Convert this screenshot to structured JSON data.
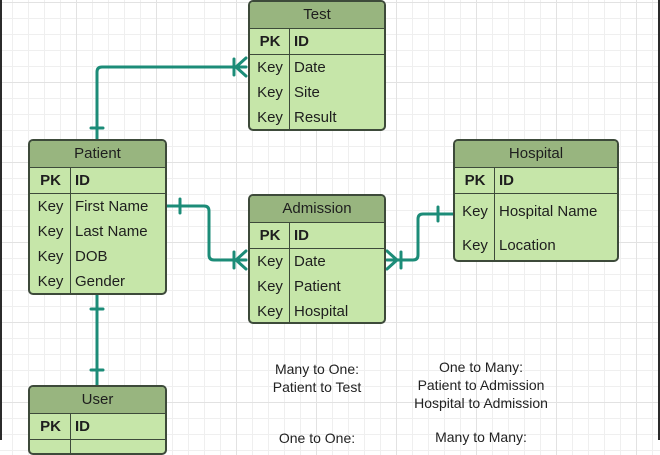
{
  "diagram": {
    "entities": {
      "test": {
        "title": "Test",
        "rows": [
          {
            "key": "PK",
            "field": "ID"
          },
          {
            "key": "Key",
            "field": "Date"
          },
          {
            "key": "Key",
            "field": "Site"
          },
          {
            "key": "Key",
            "field": "Result"
          }
        ]
      },
      "patient": {
        "title": "Patient",
        "rows": [
          {
            "key": "PK",
            "field": "ID"
          },
          {
            "key": "Key",
            "field": "First Name"
          },
          {
            "key": "Key",
            "field": "Last Name"
          },
          {
            "key": "Key",
            "field": "DOB"
          },
          {
            "key": "Key",
            "field": "Gender"
          }
        ]
      },
      "admission": {
        "title": "Admission",
        "rows": [
          {
            "key": "PK",
            "field": "ID"
          },
          {
            "key": "Key",
            "field": "Date"
          },
          {
            "key": "Key",
            "field": "Patient"
          },
          {
            "key": "Key",
            "field": "Hospital"
          }
        ]
      },
      "hospital": {
        "title": "Hospital",
        "rows": [
          {
            "key": "PK",
            "field": "ID"
          },
          {
            "key": "Key",
            "field": "Hospital Name"
          },
          {
            "key": "Key",
            "field": "Location"
          }
        ]
      },
      "user": {
        "title": "User",
        "rows": [
          {
            "key": "PK",
            "field": "ID"
          }
        ]
      }
    },
    "notes": {
      "many_to_one": {
        "heading": "Many to One:",
        "lines": [
          "Patient to Test"
        ]
      },
      "one_to_many": {
        "heading": "One to Many:",
        "lines": [
          "Patient to Admission",
          "Hospital to Admission"
        ]
      },
      "one_to_one": {
        "heading": "One to One:"
      },
      "many_to_many": {
        "heading": "Many to Many:"
      }
    },
    "colors": {
      "entity_fill": "#c6e6a9",
      "entity_header": "#98b57f",
      "entity_border": "#3d4a3a",
      "connector": "#1c8c78"
    }
  }
}
